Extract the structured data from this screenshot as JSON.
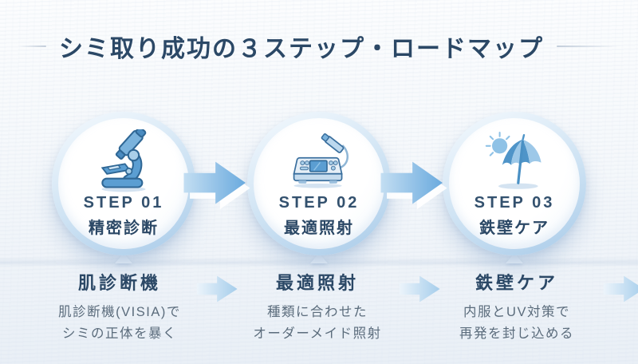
{
  "title": {
    "text": "シミ取り成功の３ステップ・ロードマップ"
  },
  "steps": [
    {
      "step_label": "STEP 01",
      "name": "精密診断",
      "icon": "microscope-icon"
    },
    {
      "step_label": "STEP 02",
      "name": "最適照射",
      "icon": "laser-device-icon"
    },
    {
      "step_label": "STEP 03",
      "name": "鉄壁ケア",
      "icon": "beach-umbrella-sun-icon"
    }
  ],
  "details": [
    {
      "heading": "肌診断機",
      "line1": "肌診断機(VISIA)で",
      "line2": "シミの正体を暴く"
    },
    {
      "heading": "最適照射",
      "line1": "種類に合わせた",
      "line2": "オーダーメイド照射"
    },
    {
      "heading": "鉄壁ケア",
      "line1": "内服とUV対策で",
      "line2": "再発を封じ込める"
    }
  ],
  "colors": {
    "background_top": "#fcfdfe",
    "background_bottom": "#e9eff6",
    "title_text": "#2b4866",
    "step_label_text": "#33516e",
    "step_name_text": "#2b4866",
    "detail_heading_text": "#2b4866",
    "detail_body_text": "#5b6c7c",
    "arrow_blue": "#6aaade",
    "arrow_light": "#bcdaf0",
    "circle_ring_blue": "#a9cbe9",
    "icon_blue": "#5b9ed2",
    "icon_outline": "#2f6795",
    "icon_light_blue": "#a9cfe9"
  }
}
